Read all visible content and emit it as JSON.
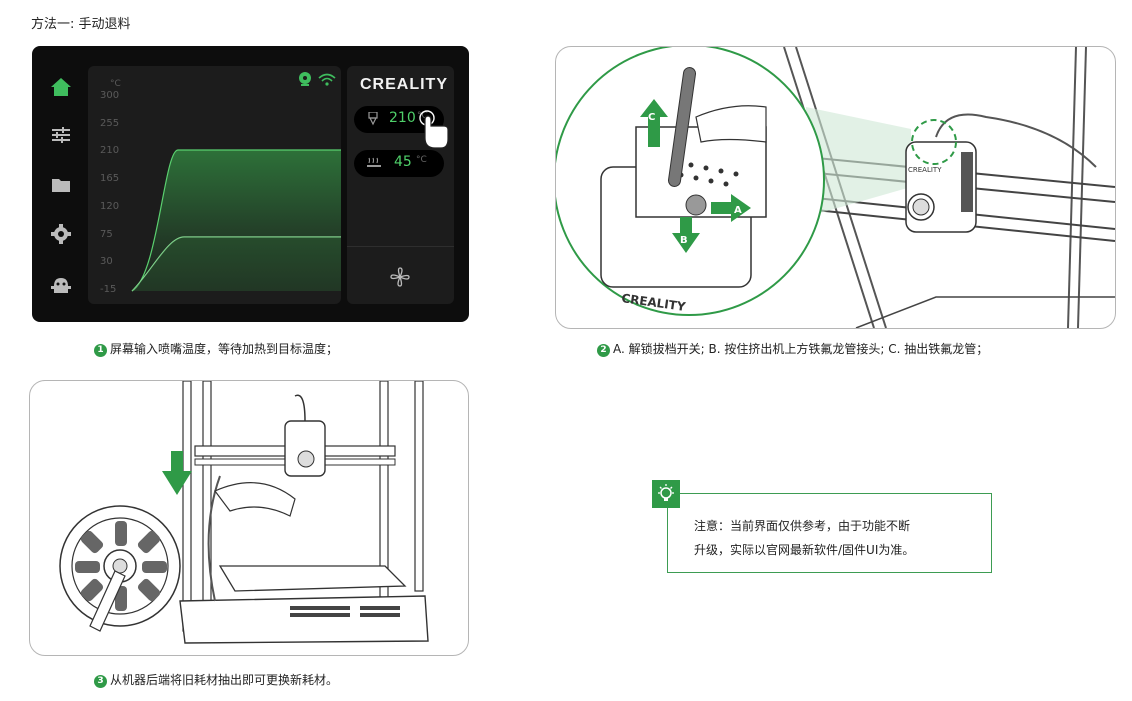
{
  "heading": "方法一: 手动退料",
  "screen": {
    "sidebar_icons": [
      "home-icon",
      "sliders-icon",
      "folder-icon",
      "gear-icon",
      "robot-icon"
    ],
    "unit": "°C",
    "y_ticks": [
      "300",
      "255",
      "210",
      "165",
      "120",
      "75",
      "30",
      "-15"
    ],
    "brand": "CREALITY",
    "nozzle_temp": "210",
    "nozzle_unit": "°C",
    "bed_temp": "45",
    "bed_unit": "°C",
    "accent": "#4fd06a"
  },
  "illustrations": {
    "labels": {
      "a": "A",
      "b": "B",
      "c": "C"
    },
    "brand_on_toolhead": "CREALITY"
  },
  "captions": [
    {
      "num": "1",
      "text": "屏幕输入喷嘴温度，等待加热到目标温度；"
    },
    {
      "num": "2",
      "text": "A. 解锁拔档开关; B. 按住挤出机上方铁氟龙管接头; C. 抽出铁氟龙管；"
    },
    {
      "num": "3",
      "text": "从机器后端将旧耗材抽出即可更换新耗材。"
    }
  ],
  "note": {
    "line1": "注意：当前界面仅供参考，由于功能不断",
    "line2": "升级，实际以官网最新软件/固件UI为准。"
  }
}
